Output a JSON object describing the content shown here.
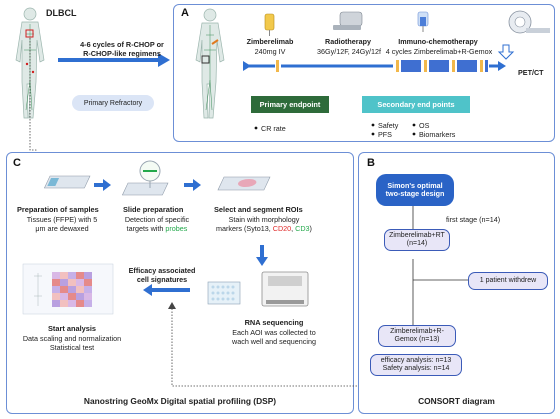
{
  "top_left": {
    "dlbcl_label": "DLBCL",
    "regimen_label_line1": "4-6 cycles of R-CHOP or",
    "regimen_label_line2": "R-CHOP-like regimens",
    "primary_refractory": "Primary Refractory"
  },
  "panel_a": {
    "letter": "A",
    "zimberelimab": "Zimberelimab",
    "zimberelimab_dose": "240mg IV",
    "radiotherapy": "Radiotherapy",
    "radiotherapy_dose": "36Gy/12F, 24Gy/12f",
    "immuno": "Immuno-chemotherapy",
    "immuno_detail": "4 cycles Zimberelimab+R-Gemox",
    "pet_ct": "PET/CT",
    "primary_endpoint": "Primary endpoint",
    "primary_items": [
      "CR rate"
    ],
    "secondary_endpoint": "Secondary end points",
    "secondary_items": [
      "Safety",
      "OS",
      "PFS",
      "Biomarkers"
    ]
  },
  "panel_c": {
    "letter": "C",
    "step1_title": "Preparation of samples",
    "step1_line1": "Tissues (FFPE) with 5",
    "step1_line2": "μm are dewaxed",
    "step2_title": "Slide preparation",
    "step2_line1": "Detection of specific",
    "step2_line2_a": "targets with ",
    "step2_line2_b": "probes",
    "step3_title": "Select and  segment ROIs",
    "step3_line1": "Stain with morphology",
    "step3_line2_a": "markers (Syto13, ",
    "step3_line2_cd20": "CD20",
    "step3_line2_sep": ", ",
    "step3_line2_cd3": "CD3",
    "step3_line2_end": ")",
    "efficacy_line1": "Efficacy associated",
    "efficacy_line2": "cell signatures",
    "rna_title": "RNA sequencing",
    "rna_line1": "Each AOI was collected to",
    "rna_line2": "wach well and sequencing",
    "start_title": "Start  analysis",
    "start_line1": "Data scaling and normalization",
    "start_line2": "Statistical test",
    "footer": "Nanostring GeoMx Digital spatial profiling (DSP)"
  },
  "panel_b": {
    "letter": "B",
    "design_line1": "Simon's optimal",
    "design_line2": "two-stage design",
    "first_stage": "first stage (n=14)",
    "box1_line1": "Zimberelimab+RT",
    "box1_line2": "(n=14)",
    "withdrew": "1 patient withdrew",
    "box2_line1": "Zimberelimab+R-",
    "box2_line2": "Gemox (n=13)",
    "box3_line1": "efficacy analysis: n=13",
    "box3_line2": "Safety analysis: n=14",
    "footer": "CONSORT diagram"
  },
  "colors": {
    "panel_border": "#6c8fd6",
    "arrow_blue": "#2f6fd1",
    "primary_green": "#2e6b3a",
    "secondary_teal": "#4fc3c9",
    "design_blue": "#2a63c6",
    "probe_green": "#22a84a",
    "cd20_red": "#e02a2a",
    "cd3_green": "#22a84a"
  }
}
